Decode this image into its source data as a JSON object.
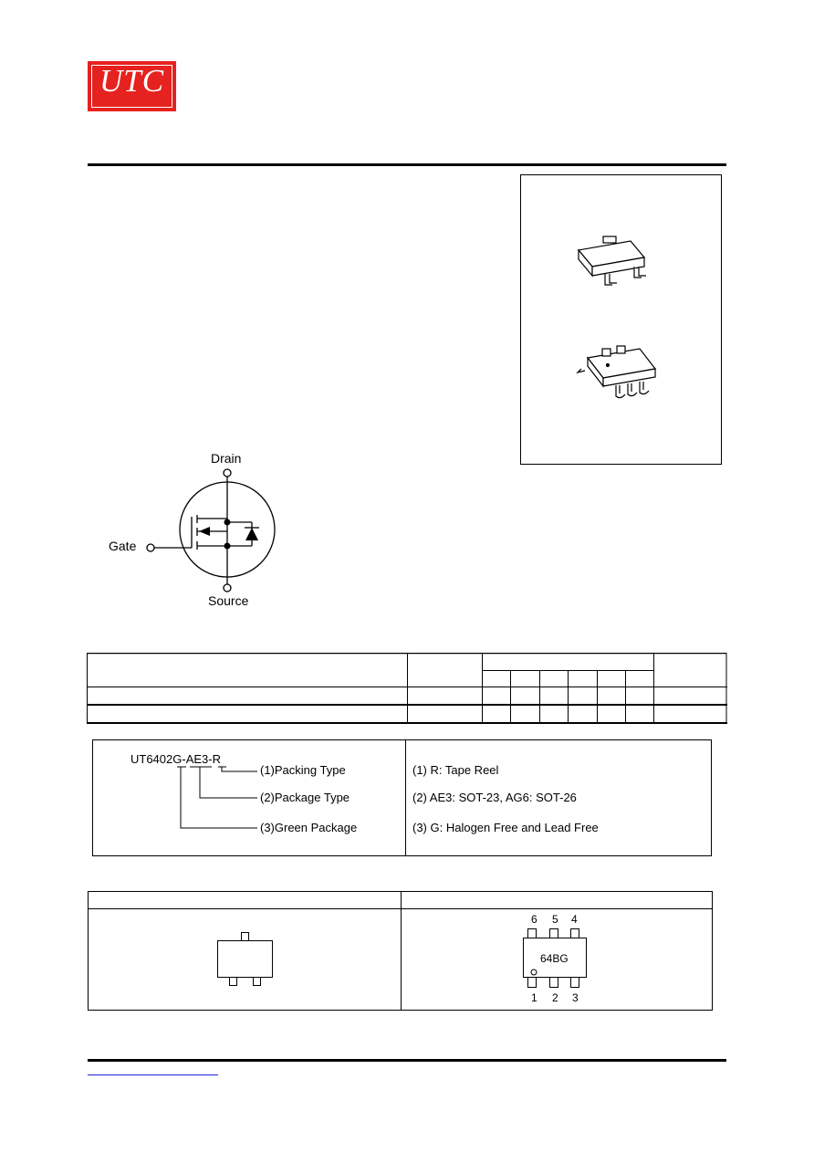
{
  "logo": {
    "text": "UTC",
    "color": "#e5221f"
  },
  "symbol": {
    "drain": "Drain",
    "gate": "Gate",
    "source": "Source"
  },
  "ordering_code": {
    "part_number": "UT6402G-AE3-R",
    "items": [
      {
        "label": "(1)Packing Type",
        "value": "(1) R: Tape Reel"
      },
      {
        "label": "(2)Package Type",
        "value": "(2) AE3: SOT-23, AG6: SOT-26"
      },
      {
        "label": "(3)Green Package",
        "value": "(3) G: Halogen Free and Lead Free"
      }
    ]
  },
  "marking": {
    "sot26_text": "64BG",
    "sot26_top_pins": [
      "6",
      "5",
      "4"
    ],
    "sot26_bottom_pins": [
      "1",
      "2",
      "3"
    ]
  }
}
